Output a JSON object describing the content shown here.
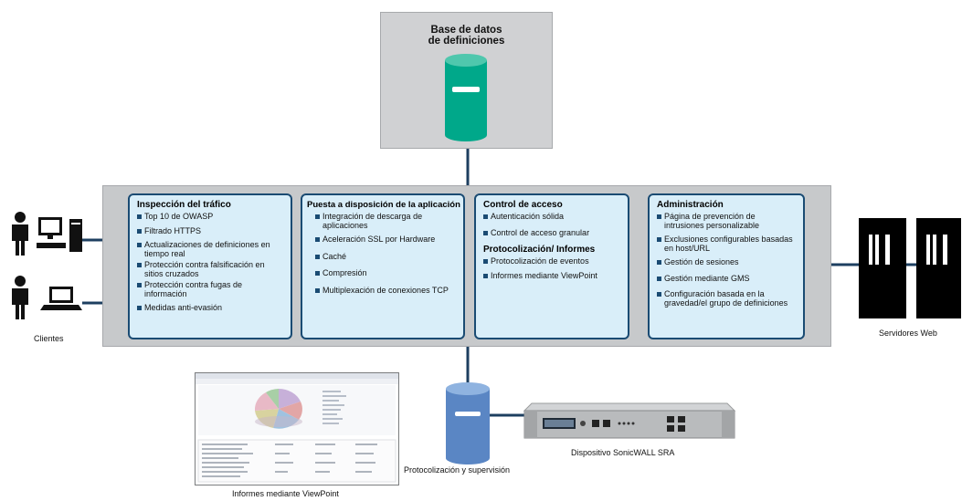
{
  "database": {
    "title_line1": "Base de datos",
    "title_line2": "de definiciones"
  },
  "panels": [
    {
      "title": "Inspección del tráfico",
      "items": [
        "Top 10 de OWASP",
        "Filtrado HTTPS",
        "Actualizaciones de definiciones en tiempo real",
        "Protección contra falsificación en sitios cruzados",
        "Protección contra fugas de información",
        "Medidas anti-evasión"
      ]
    },
    {
      "title": "Puesta a disposición de la aplicación",
      "items": [
        "Integración de descarga de aplicaciones",
        "Aceleración SSL por Hardware",
        "Caché",
        "Compresión",
        "Multiplexación de conexiones TCP"
      ]
    },
    {
      "title": "Control de acceso",
      "items": [
        "Autenticación sólida",
        "Control de acceso granular"
      ],
      "subtitle": "Protocolización/ Informes",
      "subitems": [
        "Protocolización de eventos",
        "Informes mediante ViewPoint"
      ]
    },
    {
      "title": "Administración",
      "items": [
        "Página de prevención de intrusiones personalizable",
        "Exclusiones configurables basadas en host/URL",
        "Gestión de sesiones",
        "Gestión mediante GMS",
        "Configuración basada en la gravedad/el grupo de definiciones"
      ]
    }
  ],
  "labels": {
    "clients": "Clientes",
    "servers": "Servidores Web",
    "logging": "Protocolización y supervisión",
    "device": "Dispositivo SonicWALL SRA",
    "viewpoint": "Informes mediante ViewPoint"
  },
  "colors": {
    "panel_fill": "#d9eef9",
    "panel_border": "#1a4b73",
    "db_green": "#00a88a",
    "db_blue": "#5a86c4",
    "band_gray": "#c7c9cb"
  }
}
